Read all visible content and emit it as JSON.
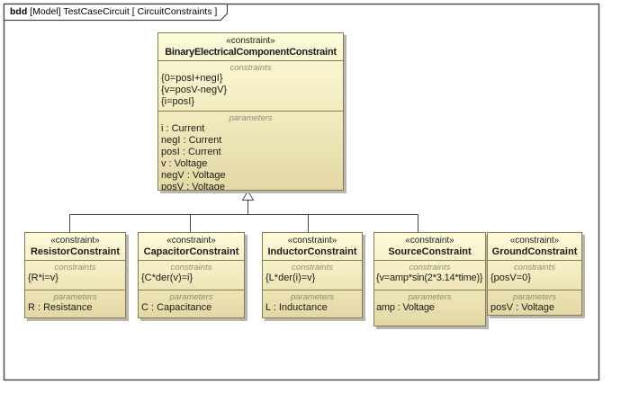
{
  "diagram": {
    "tab": {
      "kind": "bdd",
      "title": " [Model] TestCaseCircuit [ CircuitConstraints ]"
    }
  },
  "parent_block": {
    "stereotype": "«constraint»",
    "name": "BinaryElectricalComponentConstraint",
    "constraints_label": "constraints",
    "constraints": [
      "{0=posI+negI}",
      "{v=posV-negV}",
      "{i=posI}"
    ],
    "parameters_label": "parameters",
    "parameters": [
      "i : Current",
      "negI : Current",
      "posI : Current",
      "v : Voltage",
      "negV : Voltage",
      "posV : Voltage"
    ]
  },
  "child_blocks": [
    {
      "stereotype": "«constraint»",
      "name": "ResistorConstraint",
      "constraints_label": "constraints",
      "constraints": [
        "{R*i=v}"
      ],
      "parameters_label": "parameters",
      "parameters": [
        "R : Resistance"
      ]
    },
    {
      "stereotype": "«constraint»",
      "name": "CapacitorConstraint",
      "constraints_label": "constraints",
      "constraints": [
        "{C*der(v)=i}"
      ],
      "parameters_label": "parameters",
      "parameters": [
        "C : Capacitance"
      ]
    },
    {
      "stereotype": "«constraint»",
      "name": "InductorConstraint",
      "constraints_label": "constraints",
      "constraints": [
        "{L*der(i)=v}"
      ],
      "parameters_label": "parameters",
      "parameters": [
        "L : Inductance"
      ]
    },
    {
      "stereotype": "«constraint»",
      "name": "SourceConstraint",
      "constraints_label": "constraints",
      "constraints": [
        "{v=amp*sin(2*3.14*time)}"
      ],
      "parameters_label": "parameters",
      "parameters": [
        "amp : Voltage"
      ]
    },
    {
      "stereotype": "«constraint»",
      "name": "GroundConstraint",
      "constraints_label": "constraints",
      "constraints": [
        "{posV=0}"
      ],
      "parameters_label": "parameters",
      "parameters": [
        "posV : Voltage"
      ]
    }
  ],
  "colors": {
    "block_fill_top": "#fdfbda",
    "block_fill_bottom": "#e3d8a5",
    "block_border": "#8a7a50",
    "block_shadow": "#b7b7b0",
    "connector": "#4a4a4a",
    "frame_border": "#454545",
    "compartment_label_text": "#8e8e76"
  }
}
